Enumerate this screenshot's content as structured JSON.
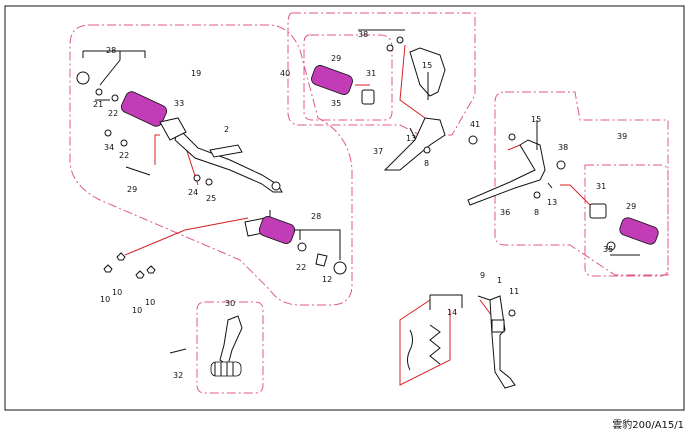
{
  "diagram": {
    "footer_code": "雲豹200/A15/1",
    "labels": {
      "p1": "1",
      "p2": "2",
      "p8a": "8",
      "p8b": "8",
      "p9": "9",
      "p10a": "10",
      "p10b": "10",
      "p10c": "10",
      "p10d": "10",
      "p11": "11",
      "p12": "12",
      "p13a": "13",
      "p13b": "13",
      "p14": "14",
      "p15a": "15",
      "p15b": "15",
      "p19": "19",
      "p21": "21",
      "p22a": "22",
      "p22b": "22",
      "p22c": "22",
      "p24": "24",
      "p25": "25",
      "p28a": "28",
      "p28b": "28",
      "p29a": "29",
      "p29b": "29",
      "p29c": "29",
      "p30": "30",
      "p31a": "31",
      "p31b": "31",
      "p32": "32",
      "p33": "33",
      "p34": "34",
      "p35a": "35",
      "p35b": "35",
      "p36": "36",
      "p37": "37",
      "p38a": "38",
      "p38b": "38",
      "p39": "39",
      "p40": "40",
      "p41": "41"
    }
  }
}
